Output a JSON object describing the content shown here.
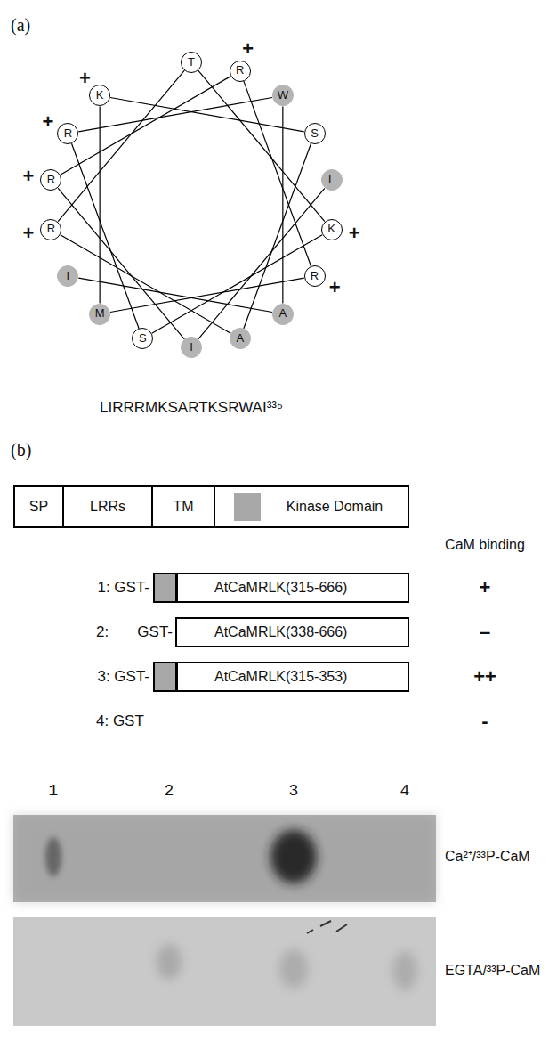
{
  "diagram": {
    "nodes": [
      {
        "text": [
          "L"
        ]
      },
      {
        "text": [
          "I"
        ]
      },
      {
        "text": [
          "R"
        ]
      },
      {
        "text": [
          "R"
        ]
      },
      {
        "text": [
          "R"
        ]
      },
      {
        "text": [
          "M"
        ]
      },
      {
        "text": [
          "K"
        ]
      },
      {
        "text": [
          "S"
        ]
      },
      {
        "text": [
          "A"
        ]
      },
      {
        "text": [
          "R"
        ]
      },
      {
        "text": [
          "T"
        ]
      },
      {
        "text": [
          "K"
        ]
      },
      {
        "text": [
          "S"
        ]
      },
      {
        "text": [
          "R"
        ]
      },
      {
        "text": [
          "W"
        ]
      },
      {
        "text": [
          "A"
        ]
      },
      {
        "text": [
          "I"
        ]
      },
      {
        "text": [
          "SP"
        ]
      },
      {
        "text": [
          "LRRs"
        ]
      },
      {
        "text": [
          "TM"
        ]
      },
      {
        "text": [
          "Kinase Domain"
        ]
      },
      {
        "text": [
          "AtCaMRLK(315-666)"
        ]
      },
      {
        "text": [
          "AtCaMRLK(338-666)"
        ]
      },
      {
        "text": [
          "AtCaMRLK(315-353)"
        ]
      }
    ],
    "edges": [
      {
        "from": 0,
        "to": 1,
        "arrow": "none"
      },
      {
        "from": 1,
        "to": 2,
        "arrow": "none"
      },
      {
        "from": 2,
        "to": 3,
        "arrow": "none"
      },
      {
        "from": 3,
        "to": 4,
        "arrow": "none"
      },
      {
        "from": 4,
        "to": 5,
        "arrow": "none"
      },
      {
        "from": 5,
        "to": 6,
        "arrow": "none"
      },
      {
        "from": 6,
        "to": 7,
        "arrow": "none"
      },
      {
        "from": 7,
        "to": 8,
        "arrow": "none"
      },
      {
        "from": 8,
        "to": 9,
        "arrow": "none"
      },
      {
        "from": 9,
        "to": 10,
        "arrow": "none"
      },
      {
        "from": 10,
        "to": 11,
        "arrow": "none"
      },
      {
        "from": 11,
        "to": 12,
        "arrow": "none"
      },
      {
        "from": 12,
        "to": 13,
        "arrow": "none"
      },
      {
        "from": 13,
        "to": 14,
        "arrow": "none"
      },
      {
        "from": 14,
        "to": 15,
        "arrow": "none"
      },
      {
        "from": 15,
        "to": 16,
        "arrow": "none"
      }
    ],
    "labels": [
      "(a)",
      "+",
      "+",
      "+",
      "+",
      "+",
      "+",
      "+",
      "LIRRRMKSARTKSRWAI³³⁵",
      "(b)",
      "CaM binding",
      "1: GST-",
      "+",
      "2:",
      "GST-",
      "–",
      "3: GST-",
      "++",
      "4: GST",
      "-",
      "1",
      "2",
      "3",
      "4",
      "Ca²⁺/³³P-CaM",
      "EGTA/³³P-CaM"
    ]
  }
}
